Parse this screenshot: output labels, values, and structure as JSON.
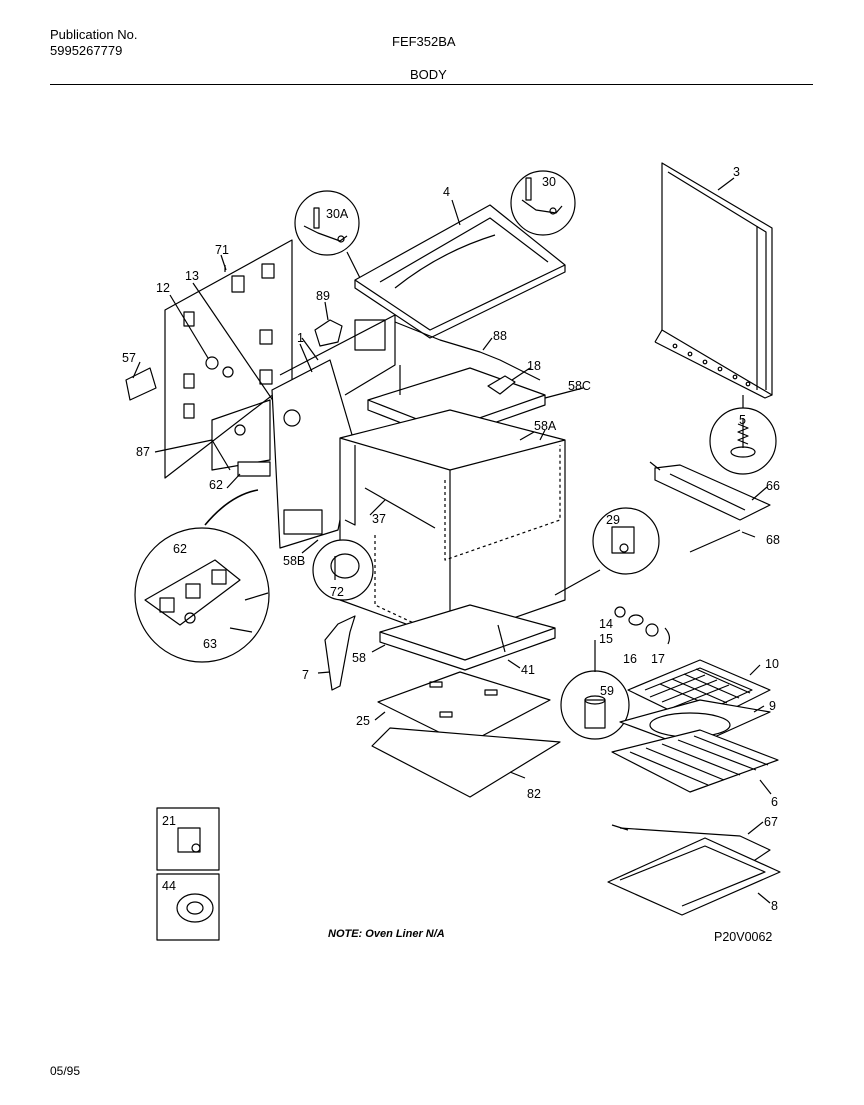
{
  "header": {
    "publication_label": "Publication No.",
    "publication_number": "5995267779",
    "model": "FEF352BA",
    "section": "BODY"
  },
  "callouts": [
    {
      "id": "c3",
      "label": "3"
    },
    {
      "id": "c30",
      "label": "30"
    },
    {
      "id": "c4",
      "label": "4"
    },
    {
      "id": "c30a",
      "label": "30A"
    },
    {
      "id": "c71",
      "label": "71"
    },
    {
      "id": "c13",
      "label": "13"
    },
    {
      "id": "c12",
      "label": "12"
    },
    {
      "id": "c89",
      "label": "89"
    },
    {
      "id": "c1",
      "label": "1"
    },
    {
      "id": "c88",
      "label": "88"
    },
    {
      "id": "c18",
      "label": "18"
    },
    {
      "id": "c57",
      "label": "57"
    },
    {
      "id": "c58c",
      "label": "58C"
    },
    {
      "id": "c5",
      "label": "5"
    },
    {
      "id": "c87",
      "label": "87"
    },
    {
      "id": "c58a",
      "label": "58A"
    },
    {
      "id": "c66",
      "label": "66"
    },
    {
      "id": "c62a",
      "label": "62"
    },
    {
      "id": "c37",
      "label": "37"
    },
    {
      "id": "c29",
      "label": "29"
    },
    {
      "id": "c68",
      "label": "68"
    },
    {
      "id": "c58b",
      "label": "58B"
    },
    {
      "id": "c62b",
      "label": "62"
    },
    {
      "id": "c72",
      "label": "72"
    },
    {
      "id": "c63",
      "label": "63"
    },
    {
      "id": "c14",
      "label": "14"
    },
    {
      "id": "c15",
      "label": "15"
    },
    {
      "id": "c16",
      "label": "16"
    },
    {
      "id": "c17",
      "label": "17"
    },
    {
      "id": "c58",
      "label": "58"
    },
    {
      "id": "c41",
      "label": "41"
    },
    {
      "id": "c7",
      "label": "7"
    },
    {
      "id": "c10",
      "label": "10"
    },
    {
      "id": "c59",
      "label": "59"
    },
    {
      "id": "c9",
      "label": "9"
    },
    {
      "id": "c25",
      "label": "25"
    },
    {
      "id": "c6",
      "label": "6"
    },
    {
      "id": "c82",
      "label": "82"
    },
    {
      "id": "c21",
      "label": "21"
    },
    {
      "id": "c67",
      "label": "67"
    },
    {
      "id": "c44",
      "label": "44"
    },
    {
      "id": "c8",
      "label": "8"
    }
  ],
  "note": "NOTE:  Oven Liner N/A",
  "drawing_code": "P20V0062",
  "date": "05/95"
}
